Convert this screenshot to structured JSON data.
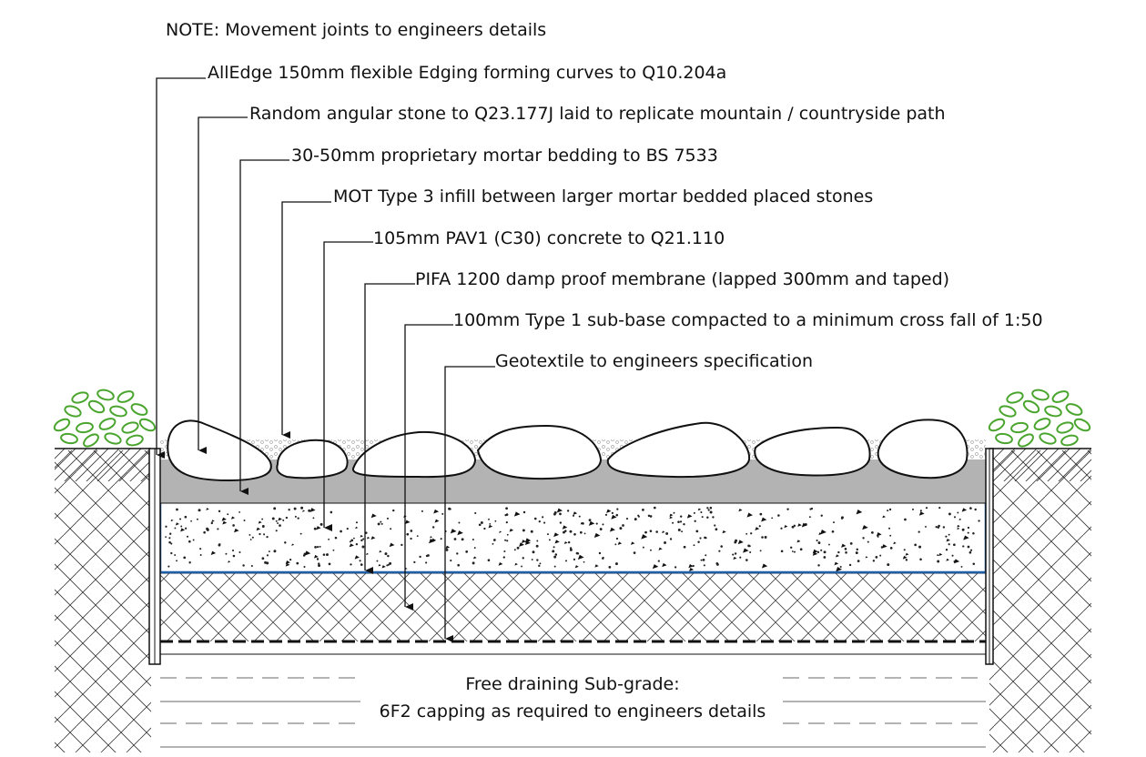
{
  "note": "NOTE: Movement joints to engineers details",
  "labels": [
    "AllEdge 150mm flexible Edging forming curves to Q10.204a",
    "Random angular stone to Q23.177J laid to replicate mountain / countryside path",
    "30-50mm proprietary mortar bedding to BS 7533",
    "MOT Type 3 infill between larger mortar bedded placed stones",
    "105mm PAV1 (C30) concrete to Q21.110",
    "PIFA 1200 damp proof membrane (lapped 300mm and taped)",
    "100mm Type 1 sub-base compacted to a minimum cross fall of 1:50",
    "Geotextile to engineers specification"
  ],
  "subgrade": {
    "line1": "Free draining Sub-grade:",
    "line2": "6F2 capping as required to engineers details"
  },
  "colors": {
    "line": "#111111",
    "mortar_bed": "#b3b3b3",
    "membrane": "#1f5fa8",
    "foliage": "#4aa52e",
    "gravel": "#c8c8c8"
  },
  "icons": [
    "shrub-left-icon",
    "shrub-right-icon",
    "arrowhead-icon"
  ]
}
